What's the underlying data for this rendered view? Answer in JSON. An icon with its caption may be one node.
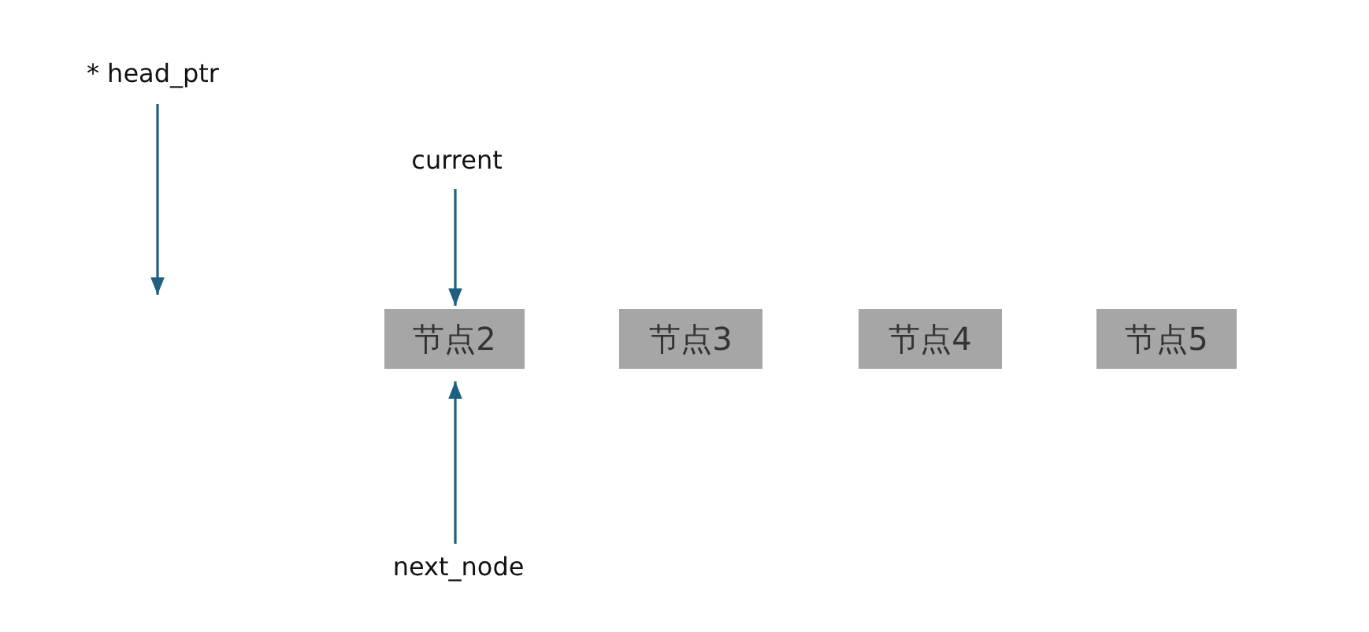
{
  "diagram": {
    "nodes": [
      {
        "text": [
          "* head_ptr"
        ]
      },
      {
        "text": [
          "current"
        ]
      },
      {
        "text": [
          "节点2"
        ]
      },
      {
        "text": [
          "节点3"
        ]
      },
      {
        "text": [
          "节点4"
        ]
      },
      {
        "text": [
          "节点5"
        ]
      },
      {
        "text": [
          "next_node"
        ]
      }
    ],
    "edges": [
      {
        "from": 0,
        "to": null,
        "arrow": "to"
      },
      {
        "from": 1,
        "to": 2,
        "arrow": "to"
      },
      {
        "from": 6,
        "to": 2,
        "arrow": "to"
      }
    ]
  }
}
